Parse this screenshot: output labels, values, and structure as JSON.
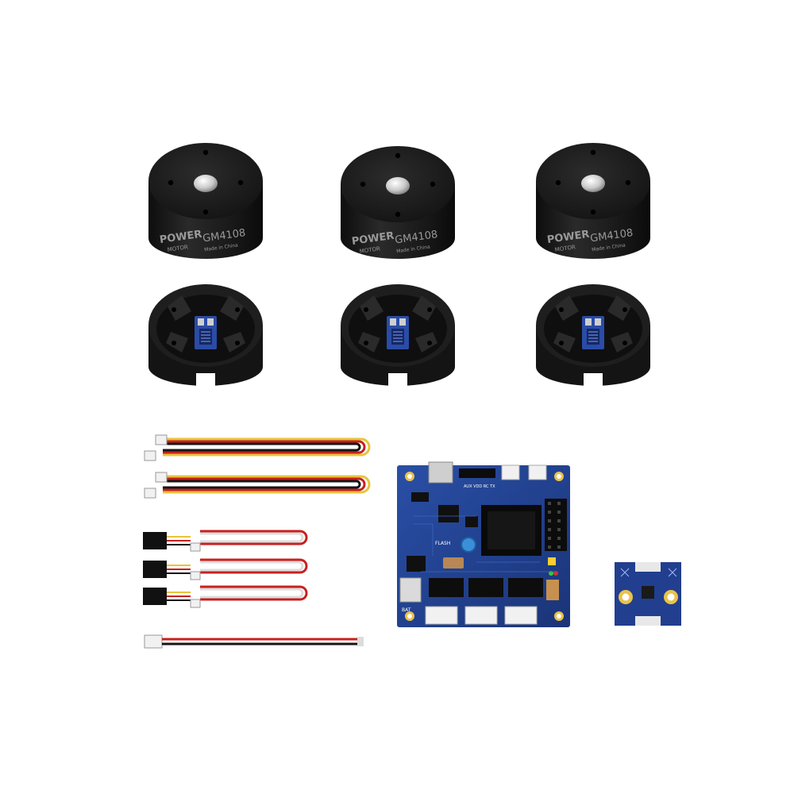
{
  "motors": [
    {
      "brand": "POWER",
      "brand_sub": "MOTOR",
      "model": "GM4108",
      "origin": "Made in China"
    },
    {
      "brand": "POWER",
      "brand_sub": "MOTOR",
      "model": "GM4108",
      "origin": "Made in China"
    },
    {
      "brand": "POWER",
      "brand_sub": "MOTOR",
      "model": "GM4108",
      "origin": "Made in China"
    }
  ],
  "controller_board": {
    "color": "#1f3f8f",
    "header_label": "AUX VDD RC TX",
    "flash_label": "FLASH",
    "bat_label": "BAT"
  },
  "imu_board": {
    "color": "#213f8e"
  },
  "colors": {
    "motor_body": "#1b1b1b",
    "cable_red": "#c8201e",
    "cable_yellow": "#e6c43a",
    "cable_black": "#151515"
  }
}
